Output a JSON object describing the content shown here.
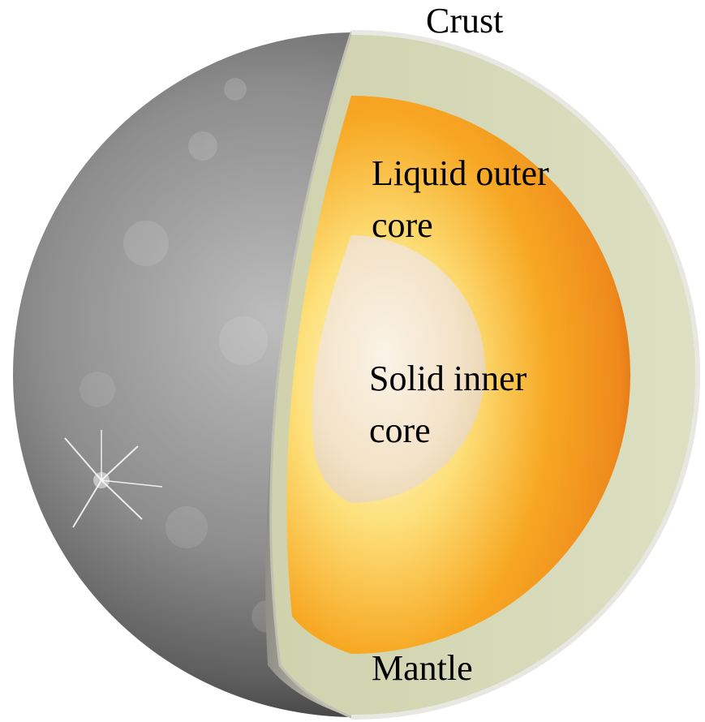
{
  "labels": {
    "crust": "Crust",
    "outer_core_line1": "Liquid outer",
    "outer_core_line2": "core",
    "inner_core_line1": "Solid inner",
    "inner_core_line2": "core",
    "mantle": "Mantle"
  },
  "colors": {
    "background": "#ffffff",
    "planet_surface_dark": "#3f3f3f",
    "planet_surface_light": "#c9c9c9",
    "crust": "#d8d8d0",
    "mantle": "#d8dbb8",
    "outer_core_edge": "#e9781a",
    "outer_core_mid": "#f7a823",
    "outer_core_bright": "#fde07a",
    "inner_core": "#f2e2c8",
    "label_text": "#000000"
  },
  "icons": {
    "planet": "mercury-cutaway-sphere"
  }
}
